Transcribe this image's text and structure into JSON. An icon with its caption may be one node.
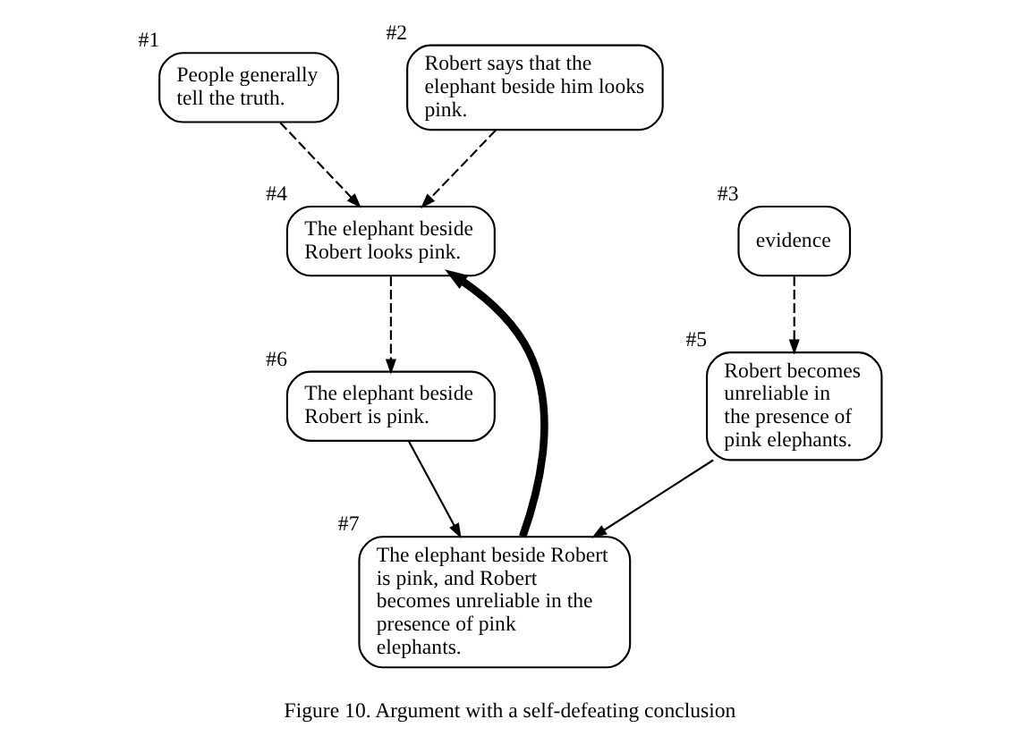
{
  "diagram": {
    "caption": "Figure 10. Argument with a self-defeating conclusion",
    "nodes": [
      {
        "text": [
          "People generally tell the truth."
        ],
        "beside": [
          "#1"
        ]
      },
      {
        "text": [
          "Robert says that the elephant beside him looks pink."
        ],
        "beside": [
          "#2"
        ]
      },
      {
        "text": [
          "evidence"
        ],
        "beside": [
          "#3"
        ]
      },
      {
        "text": [
          "The elephant beside Robert looks pink."
        ],
        "beside": [
          "#4"
        ]
      },
      {
        "text": [
          "Robert becomes unreliable in the presence of pink elephants."
        ],
        "beside": [
          "#5"
        ]
      },
      {
        "text": [
          "The elephant beside Robert is pink."
        ],
        "beside": [
          "#6"
        ]
      },
      {
        "text": [
          "The elephant beside Robert is pink, and Robert becomes unreliable in the presence of pink elephants."
        ],
        "beside": [
          "#7"
        ]
      }
    ],
    "edges": [
      {
        "from": 0,
        "to": 3,
        "arrow": "to",
        "style": "dashed"
      },
      {
        "from": 1,
        "to": 3,
        "arrow": "to",
        "style": "dashed"
      },
      {
        "from": 2,
        "to": 4,
        "arrow": "to",
        "style": "dashed"
      },
      {
        "from": 3,
        "to": 5,
        "arrow": "to",
        "style": "dashed"
      },
      {
        "from": 5,
        "to": 6,
        "arrow": "to"
      },
      {
        "from": 4,
        "to": 6,
        "arrow": "to"
      },
      {
        "from": 6,
        "to": 3,
        "arrow": "to",
        "style": "thick"
      }
    ]
  }
}
